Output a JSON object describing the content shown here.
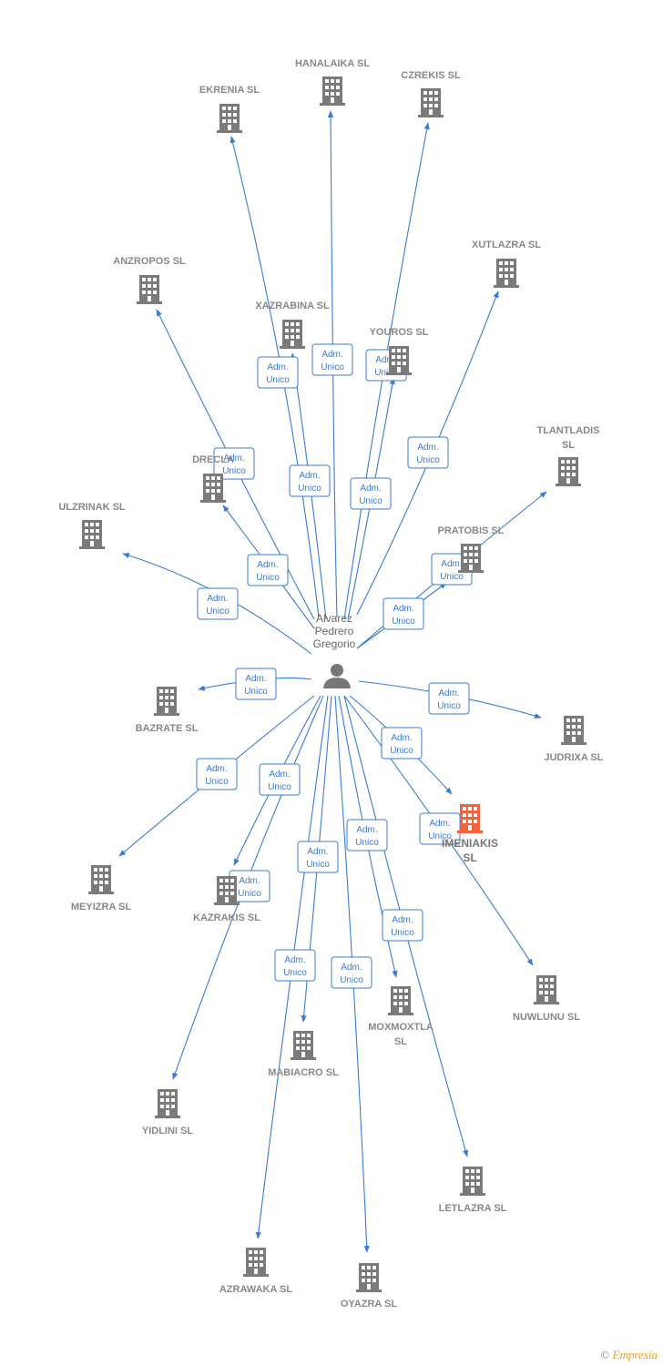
{
  "center": {
    "name_lines": [
      "Alvarez",
      "Pedrero",
      "Gregorio"
    ]
  },
  "badge": {
    "line1": "Adm.",
    "line2": "Unico"
  },
  "colors": {
    "edge": "#3a7bd5",
    "building": "#7a7a7a",
    "highlight": "#f0643c",
    "label": "#888888"
  },
  "companies": [
    {
      "id": "hanalaika",
      "lines": [
        "HANALAIKA  SL"
      ]
    },
    {
      "id": "czrekis",
      "lines": [
        "CZREKIS  SL"
      ]
    },
    {
      "id": "ekrenia",
      "lines": [
        "EKRENIA  SL"
      ]
    },
    {
      "id": "xutlazra",
      "lines": [
        "XUTLAZRA  SL"
      ]
    },
    {
      "id": "anzropos",
      "lines": [
        "ANZROPOS  SL"
      ]
    },
    {
      "id": "xazrabina",
      "lines": [
        "XAZRABINA  SL"
      ]
    },
    {
      "id": "youros",
      "lines": [
        "YOUROS  SL"
      ]
    },
    {
      "id": "tlantladis",
      "lines": [
        "TLANTLADIS",
        "SL"
      ]
    },
    {
      "id": "drecla",
      "lines": [
        "DRECLA"
      ]
    },
    {
      "id": "ulzrinak",
      "lines": [
        "ULZRINAK  SL"
      ]
    },
    {
      "id": "pratobis",
      "lines": [
        "PRATOBIS  SL"
      ]
    },
    {
      "id": "bazrate",
      "lines": [
        "BAZRATE  SL"
      ]
    },
    {
      "id": "judrixa",
      "lines": [
        "JUDRIXA  SL"
      ]
    },
    {
      "id": "imeniakis",
      "lines": [
        "IMENIAKIS",
        "SL"
      ],
      "highlight": true
    },
    {
      "id": "meyizra",
      "lines": [
        "MEYIZRA  SL"
      ]
    },
    {
      "id": "kazrakis",
      "lines": [
        "KAZRAKIS  SL"
      ]
    },
    {
      "id": "nuwlunu",
      "lines": [
        "NUWLUNU  SL"
      ]
    },
    {
      "id": "moxmoxtla",
      "lines": [
        "MOXMOXTLA",
        "SL"
      ]
    },
    {
      "id": "mabiacro",
      "lines": [
        "MABIACRO  SL"
      ]
    },
    {
      "id": "yidlini",
      "lines": [
        "YIDLINI  SL"
      ]
    },
    {
      "id": "letlazra",
      "lines": [
        "LETLAZRA  SL"
      ]
    },
    {
      "id": "azrawaka",
      "lines": [
        "AZRAWAKA  SL"
      ]
    },
    {
      "id": "oyazra",
      "lines": [
        "OYAZRA  SL"
      ]
    }
  ],
  "credit": {
    "symbol": "©",
    "brand": "Empresia"
  }
}
